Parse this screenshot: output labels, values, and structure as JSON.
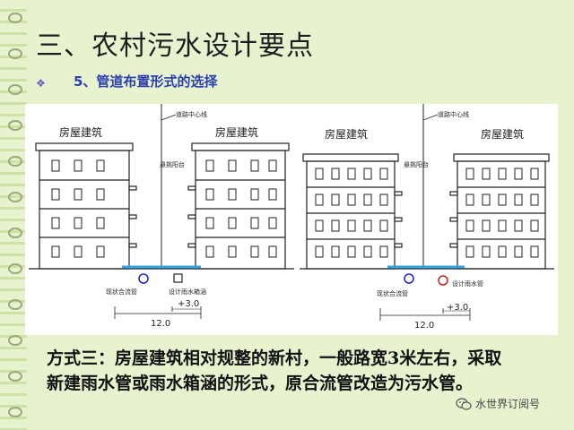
{
  "slide": {
    "title": "三、农村污水设计要点",
    "bullet_icon": "diamond-bullet",
    "subtitle": "5、管道布置形式的选择"
  },
  "diagram_left": {
    "building_left_label": "房屋建筑",
    "building_right_label": "房屋建筑",
    "road_center_label": "道路中心线",
    "road_edge_label": "悬挑阳台",
    "pipe_left_label": "现状合流管",
    "pipe_right_label": "设计雨水箱涵",
    "dimension_total": "12.0",
    "dimension_small": "+3.0"
  },
  "diagram_right": {
    "building_left_label": "房屋建筑",
    "building_right_label": "房屋建筑",
    "road_center_label": "道路中心线",
    "road_edge_label": "悬挑阳台",
    "pipe_left_label": "现状合流管",
    "pipe_right_label": "设计雨水管",
    "dimension_total": "12.0",
    "dimension_small": "+3.0"
  },
  "description": {
    "line1": "方式三：房屋建筑相对规整的新村，一般路宽3米左右，采取",
    "line2": "新建雨水管或雨水箱涵的形式，原合流管改造为污水管。"
  },
  "watermark": {
    "icon": "wechat-icon",
    "text": "水世界订阅号"
  },
  "colors": {
    "background": "#e7f2cf",
    "title": "#1d1d1d",
    "subtitle": "#2b3fb0",
    "existing_pipe": "#2323d0",
    "new_pipe": "#d02020",
    "ground": "#36a4e0"
  }
}
